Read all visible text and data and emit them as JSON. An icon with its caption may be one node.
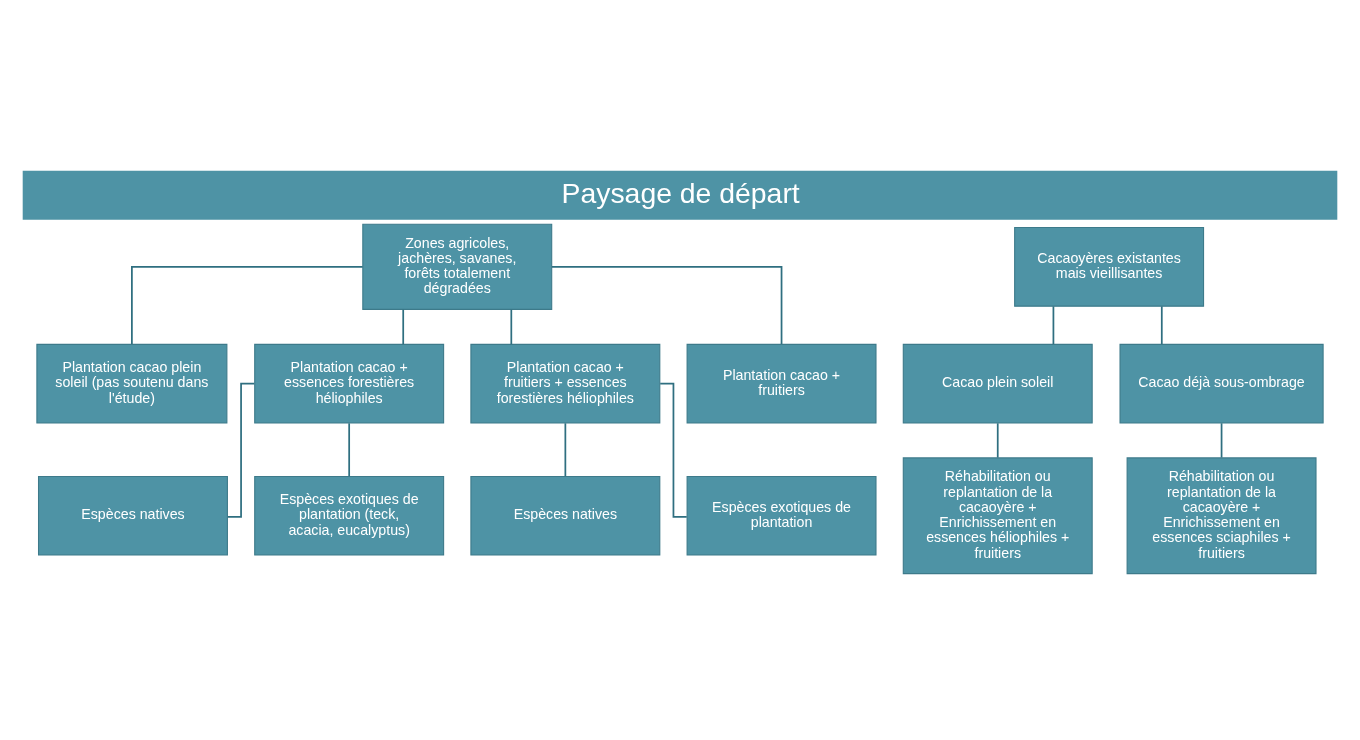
{
  "diagram": {
    "title": "Paysage de départ",
    "nodes": [
      {
        "text": [
          "Zones agricoles, jachères, savanes, forêts totalement dégradées"
        ]
      },
      {
        "text": [
          "Plantation cacao plein soleil (pas soutenu dans l'étude)"
        ]
      },
      {
        "text": [
          "Plantation cacao + essences forestières héliophiles"
        ]
      },
      {
        "text": [
          "Plantation cacao + fruitiers + essences forestières héliophiles"
        ]
      },
      {
        "text": [
          "Plantation cacao + fruitiers"
        ]
      },
      {
        "text": [
          "Espèces natives"
        ]
      },
      {
        "text": [
          "Espèces exotiques de plantation (teck, acacia, eucalyptus)"
        ]
      },
      {
        "text": [
          "Espèces natives"
        ]
      },
      {
        "text": [
          "Espèces exotiques de plantation"
        ]
      },
      {
        "text": [
          "Cacaoyères existantes mais vieillisantes"
        ]
      },
      {
        "text": [
          "Cacao plein soleil"
        ]
      },
      {
        "text": [
          "Cacao déjà sous-ombrage"
        ]
      },
      {
        "text": [
          "Réhabilitation ou replantation de la cacaoyère + Enrichissement en essences héliophiles + fruitiers"
        ]
      },
      {
        "text": [
          "Réhabilitation ou replantation de la cacaoyère + Enrichissement en essences sciaphiles + fruitiers"
        ]
      }
    ],
    "edges": [
      {
        "from": 0,
        "to": 1,
        "arrow": "none"
      },
      {
        "from": 0,
        "to": 2,
        "arrow": "none"
      },
      {
        "from": 0,
        "to": 3,
        "arrow": "none"
      },
      {
        "from": 0,
        "to": 4,
        "arrow": "none"
      },
      {
        "from": 2,
        "to": 5,
        "arrow": "none"
      },
      {
        "from": 2,
        "to": 6,
        "arrow": "none"
      },
      {
        "from": 3,
        "to": 7,
        "arrow": "none"
      },
      {
        "from": 3,
        "to": 8,
        "arrow": "none"
      },
      {
        "from": 9,
        "to": 10,
        "arrow": "none"
      },
      {
        "from": 9,
        "to": 11,
        "arrow": "none"
      },
      {
        "from": 10,
        "to": 12,
        "arrow": "none"
      },
      {
        "from": 11,
        "to": 13,
        "arrow": "none"
      }
    ]
  }
}
